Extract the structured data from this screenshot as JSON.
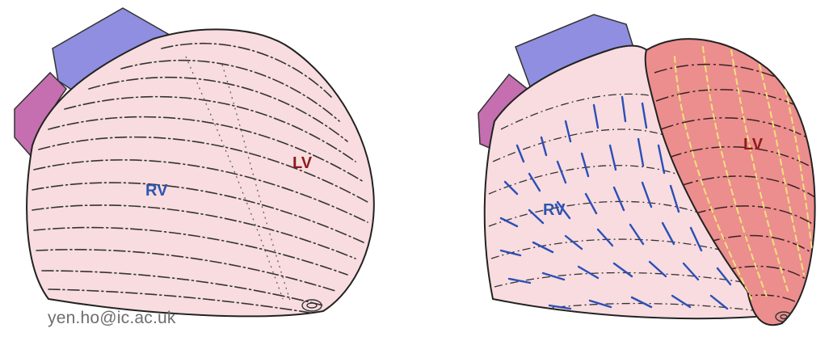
{
  "left_heart": {
    "label_rv": "RV",
    "label_lv": "LV"
  },
  "right_heart": {
    "label_rv": "RV",
    "label_lv": "LV"
  },
  "credit": "yen.ho@ic.ac.uk",
  "colors": {
    "muscle": "#f8dcdf",
    "lv_surface": "#ec8e8e",
    "vessel_blue": "#8f8ee0",
    "vessel_purple": "#c56fb0",
    "rv_label": "#2d55b0",
    "lv_label": "#8e1b1b",
    "fiber_blue": "#2b4fb8",
    "fiber_yellow": "#f0e27a"
  }
}
